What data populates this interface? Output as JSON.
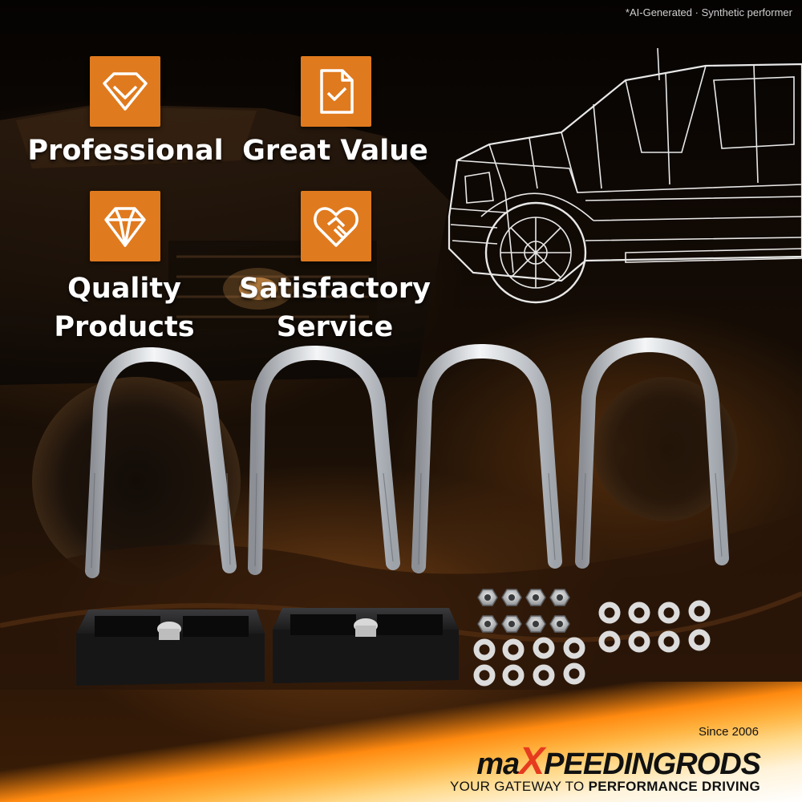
{
  "disclaimer": "*AI-Generated · Synthetic performer",
  "features": [
    {
      "label": "Professional",
      "icon": "diamond-chevron-icon"
    },
    {
      "label": "Great Value",
      "icon": "document-check-icon"
    },
    {
      "label": "Quality\nProducts",
      "icon": "gem-icon"
    },
    {
      "label": "Satisfactory\nService",
      "icon": "heart-handshake-icon"
    }
  ],
  "brand": {
    "since": "Since 2006",
    "name_prefix": "ma",
    "name_x": "X",
    "name_rest": "PEEDINGRODS",
    "tagline_prefix": "YOUR GATEWAY TO ",
    "tagline_bold": "PERFORMANCE DRIVING"
  },
  "colors": {
    "accent": "#e07a1e",
    "brand_red": "#e63b1e",
    "text": "#ffffff"
  }
}
